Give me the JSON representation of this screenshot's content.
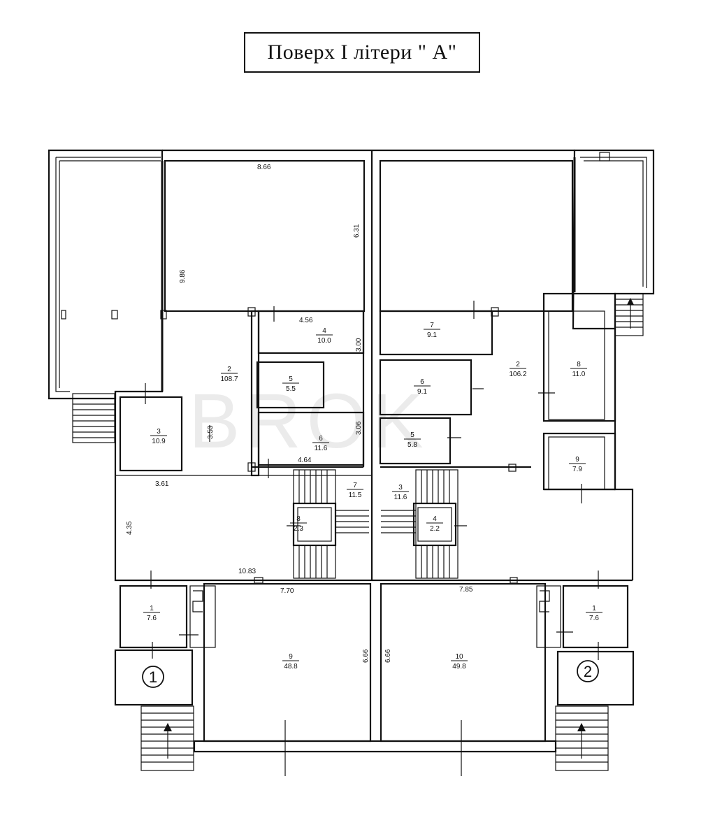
{
  "title": "Поверх I літери \" A\"",
  "watermark": "BROK",
  "dimensions": {
    "d1": "8.66",
    "d2": "6.31",
    "d3": "9.86",
    "d4": "4.56",
    "d5": "3.00",
    "d6": "3.53",
    "d7": "3.06",
    "d8": "4.64",
    "d9": "3.61",
    "d10": "4.35",
    "d11": "10.83",
    "d12": "7.70",
    "d13": "7.85",
    "d14": "6.66",
    "d15": "6.66"
  },
  "rooms": [
    {
      "num": "2",
      "area": "108.7"
    },
    {
      "num": "4",
      "area": "10.0"
    },
    {
      "num": "5",
      "area": "5.5"
    },
    {
      "num": "3",
      "area": "10.9"
    },
    {
      "num": "6",
      "area": "11.6"
    },
    {
      "num": "7",
      "area": "11.5"
    },
    {
      "num": "8",
      "area": "2.3"
    },
    {
      "num": "1",
      "area": "7.6"
    },
    {
      "num": "9",
      "area": "48.8"
    },
    {
      "num": "7",
      "area": "9.1"
    },
    {
      "num": "6",
      "area": "9.1"
    },
    {
      "num": "5",
      "area": "5.8"
    },
    {
      "num": "2",
      "area": "106.2"
    },
    {
      "num": "3",
      "area": "11.6"
    },
    {
      "num": "4",
      "area": "2.2"
    },
    {
      "num": "8",
      "area": "11.0"
    },
    {
      "num": "9",
      "area": "7.9"
    },
    {
      "num": "10",
      "area": "49.8"
    },
    {
      "num": "1",
      "area": "7.6"
    }
  ],
  "entrances": [
    "1",
    "2"
  ]
}
